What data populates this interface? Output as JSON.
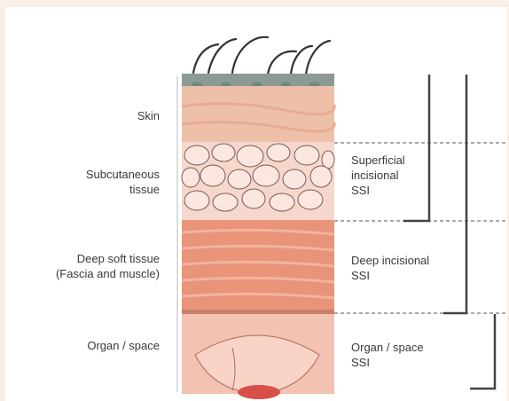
{
  "layers": [
    {
      "label": "Skin"
    },
    {
      "label_lines": [
        "Subcutaneous",
        "tissue"
      ]
    },
    {
      "label_lines": [
        "Deep soft tissue",
        "(Fascia and muscle)"
      ]
    },
    {
      "label": "Organ / space"
    }
  ],
  "ssi": [
    {
      "label_lines": [
        "Superficial",
        "incisional",
        "SSI"
      ]
    },
    {
      "label_lines": [
        "Deep incisional",
        "SSI"
      ]
    },
    {
      "label_lines": [
        "Organ / space",
        "SSI"
      ]
    }
  ],
  "colors": {
    "page_bg": "#fbeee6",
    "skin": "#efc0a8",
    "fat": "#f6d7cc",
    "muscle": "#e99479",
    "organ": "#f3c2b0",
    "bracket": "#444444"
  }
}
